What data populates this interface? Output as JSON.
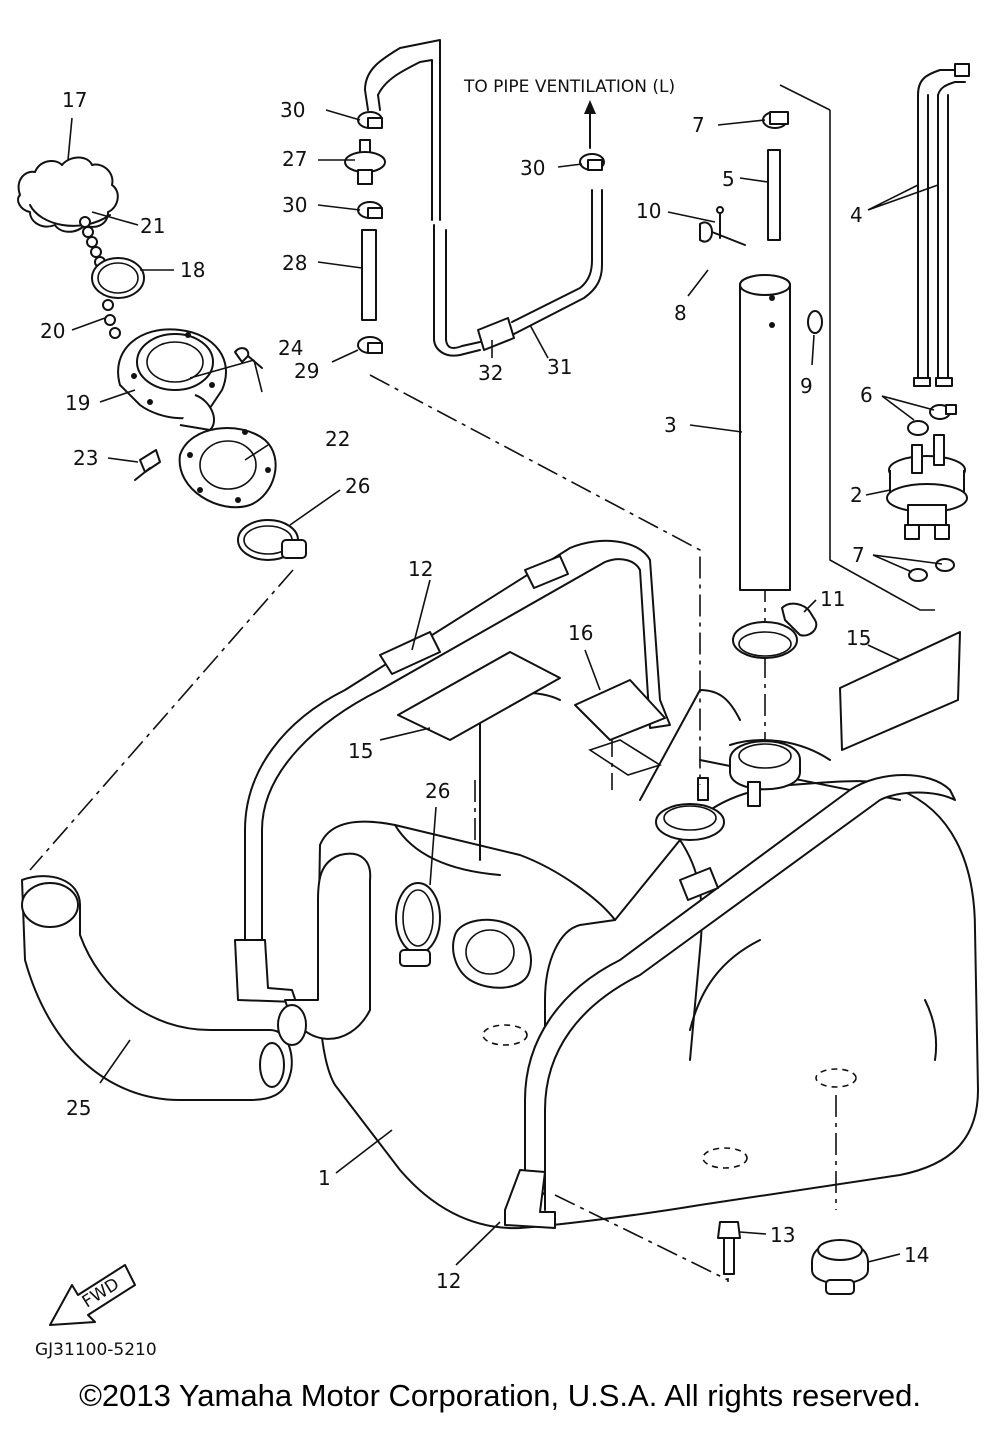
{
  "annotation": "TO PIPE VENTILATION (L)",
  "direction_label": "FWD",
  "diagram_code": "GJ31100-5210",
  "copyright": "©2013 Yamaha Motor Corporation, U.S.A. All rights reserved.",
  "callouts": {
    "c1": "1",
    "c2": "2",
    "c3": "3",
    "c4": "4",
    "c5": "5",
    "c6": "6",
    "c7a": "7",
    "c7b": "7",
    "c8": "8",
    "c9": "9",
    "c10": "10",
    "c11": "11",
    "c12a": "12",
    "c12b": "12",
    "c13": "13",
    "c14": "14",
    "c15a": "15",
    "c15b": "15",
    "c16": "16",
    "c17": "17",
    "c18": "18",
    "c19": "19",
    "c20": "20",
    "c21": "21",
    "c22": "22",
    "c23": "23",
    "c24": "24",
    "c25": "25",
    "c26a": "26",
    "c26b": "26",
    "c27": "27",
    "c28": "28",
    "c29": "29",
    "c30a": "30",
    "c30b": "30",
    "c30c": "30",
    "c31": "31",
    "c32": "32"
  }
}
